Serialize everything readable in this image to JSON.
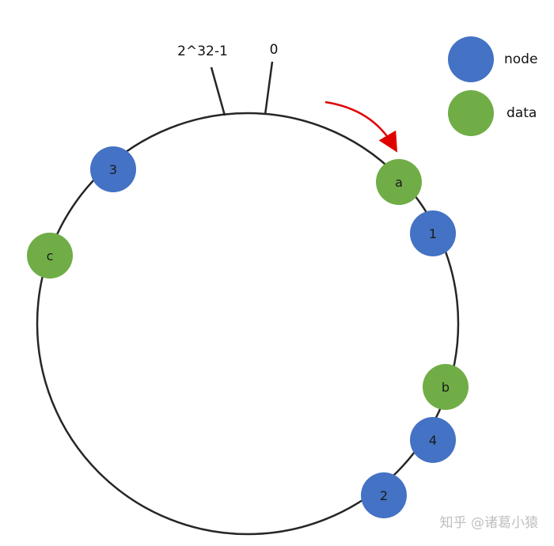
{
  "ring": {
    "start_label": "2^32-1",
    "zero_label": "0"
  },
  "legend": {
    "node_label": "node",
    "data_label": "data"
  },
  "colors": {
    "node": "#4472C4",
    "data": "#70AD47",
    "ring": "#262626",
    "arrow": "#E00000"
  },
  "nodes": {
    "n3": "3",
    "n1": "1",
    "n4": "4",
    "n2": "2"
  },
  "data_items": {
    "a": "a",
    "b": "b",
    "c": "c"
  },
  "watermark": "知乎 @诸葛小猿"
}
